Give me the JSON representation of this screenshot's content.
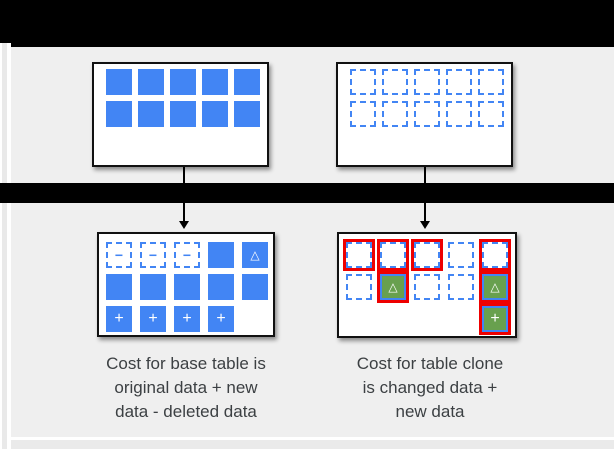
{
  "colors": {
    "blue": "#4285f4",
    "green": "#68a04e",
    "red": "#ee0000",
    "panel_gray": "#efefef",
    "bar_black": "#000000",
    "text": "#3c4043"
  },
  "symbols": {
    "minus": "−",
    "delta": "△",
    "plus": "+"
  },
  "boxes": {
    "top_left": {
      "name": "base-table-original-data",
      "rows": [
        [
          "solid",
          "solid",
          "solid",
          "solid",
          "solid"
        ],
        [
          "solid",
          "solid",
          "solid",
          "solid",
          "solid"
        ]
      ]
    },
    "top_right": {
      "name": "table-clone-at-creation",
      "rows": [
        [
          "dashed",
          "dashed",
          "dashed",
          "dashed",
          "dashed"
        ],
        [
          "dashed",
          "dashed",
          "dashed",
          "dashed",
          "dashed"
        ]
      ]
    },
    "bottom_left": {
      "name": "base-table-after-changes",
      "rows": [
        [
          "dashed_minus",
          "dashed_minus",
          "dashed_minus",
          "solid",
          "solid_delta"
        ],
        [
          "solid",
          "solid",
          "solid",
          "solid",
          "solid"
        ],
        [
          "solid_plus",
          "solid_plus",
          "solid_plus",
          "solid_plus",
          "empty"
        ]
      ]
    },
    "bottom_right": {
      "name": "table-clone-after-changes",
      "rows": [
        [
          "red_dashed",
          "red_dashed",
          "red_dashed",
          "dashed",
          "red_dashed"
        ],
        [
          "dashed",
          "green_delta_red",
          "dashed",
          "dashed",
          "green_delta_red"
        ],
        [
          "empty",
          "empty",
          "empty",
          "empty",
          "green_plus_red"
        ]
      ]
    }
  },
  "captions": {
    "left": "Cost for base table is\noriginal data + new\ndata - deleted data",
    "right": "Cost for table clone\nis changed data +\nnew data"
  }
}
